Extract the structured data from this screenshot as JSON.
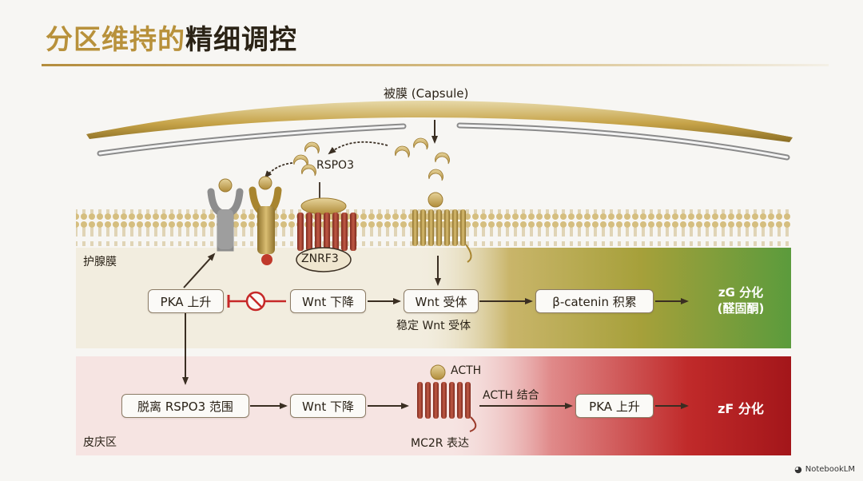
{
  "title": {
    "part1": "分区维持的",
    "part2": "精细调控"
  },
  "capsule_label": "被膜 (Capsule)",
  "rspo3_label": "RSPO3",
  "znrf3_label": "ZNRF3",
  "zones": {
    "top": "护腺膜",
    "bottom": "皮庆区"
  },
  "top_flow": {
    "pka": "PKA 上升",
    "wnt_down": "Wnt 下降",
    "wnt_receptor": "Wnt 受体",
    "stabilize_note": "稳定 Wnt 受体",
    "beta_catenin": "β-catenin 积累",
    "output_line1": "zG 分化",
    "output_line2": "(醛固酮)"
  },
  "bottom_flow": {
    "detach": "脱离 RSPO3 范围",
    "wnt_down": "Wnt 下降",
    "acth": "ACTH",
    "mc2r": "MC2R 表达",
    "acth_binding": "ACTH 结合",
    "pka": "PKA 上升",
    "output": "zF 分化"
  },
  "watermark": "NotebookLM",
  "colors": {
    "gold": "#b8913b",
    "membrane_gold": "#c9a85a",
    "receptor_red": "#9b3b2b",
    "zg_green": "#5a9a3a",
    "zf_red": "#b01b1b",
    "inhibit_red": "#c62828"
  }
}
